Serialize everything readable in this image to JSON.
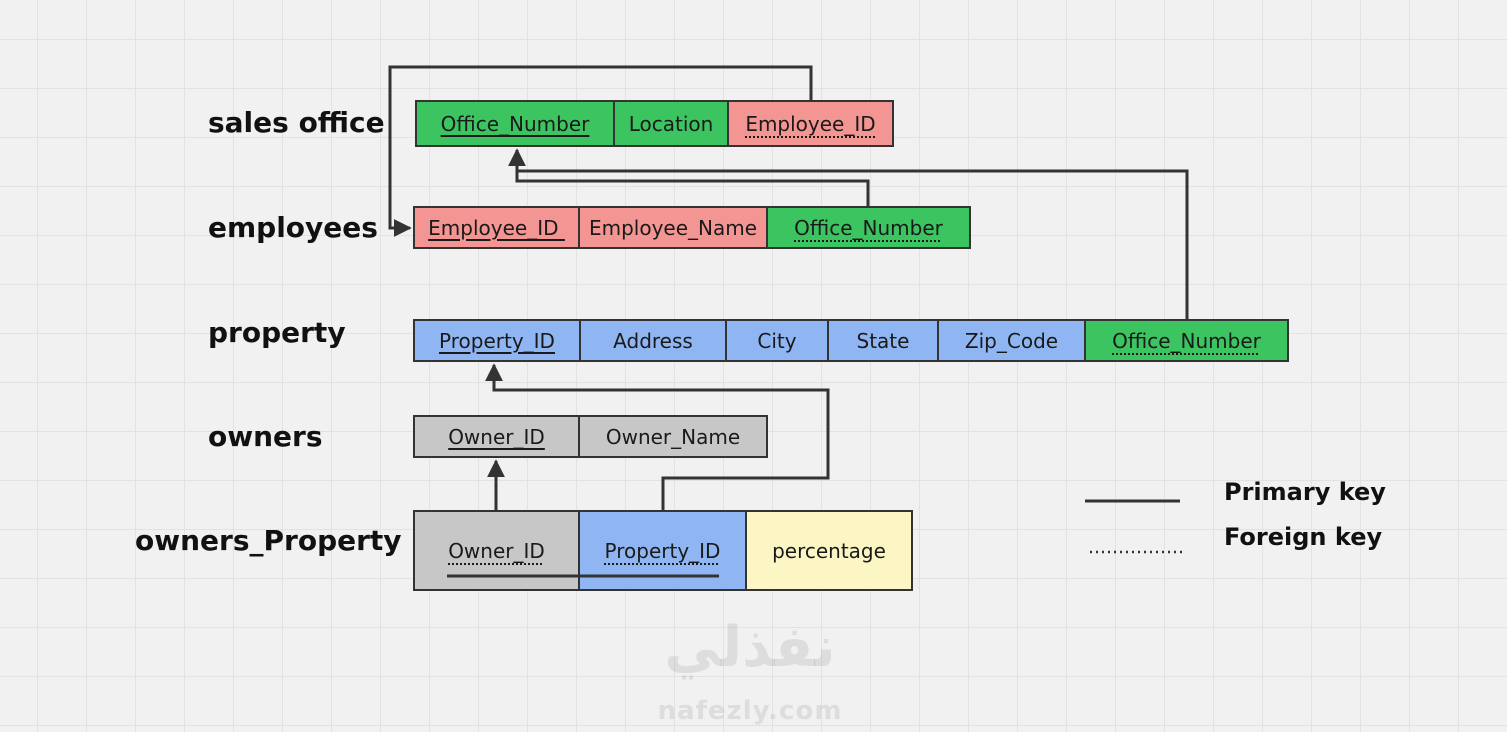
{
  "tables": {
    "sales_office": {
      "name": "sales office",
      "columns": [
        {
          "label": "Office_Number",
          "key": "primary",
          "color": "#3cc461"
        },
        {
          "label": "Location",
          "key": "none",
          "color": "#3cc461"
        },
        {
          "label": "Employee_ID",
          "key": "foreign",
          "color": "#f39592"
        }
      ]
    },
    "employees": {
      "name": "employees",
      "columns": [
        {
          "label": "Employee_ID ",
          "key": "primary",
          "color": "#f39592"
        },
        {
          "label": "Employee_Name",
          "key": "none",
          "color": "#f39592"
        },
        {
          "label": "Office_Number",
          "key": "foreign",
          "color": "#3cc461"
        }
      ]
    },
    "property": {
      "name": "property",
      "columns": [
        {
          "label": "Property_ID",
          "key": "primary",
          "color": "#8fb6f3"
        },
        {
          "label": "Address",
          "key": "none",
          "color": "#8fb6f3"
        },
        {
          "label": "City",
          "key": "none",
          "color": "#8fb6f3"
        },
        {
          "label": "State",
          "key": "none",
          "color": "#8fb6f3"
        },
        {
          "label": "Zip_Code",
          "key": "none",
          "color": "#8fb6f3"
        },
        {
          "label": "Office_Number",
          "key": "foreign",
          "color": "#3cc461"
        }
      ]
    },
    "owners": {
      "name": "owners",
      "columns": [
        {
          "label": "Owner_ID",
          "key": "primary",
          "color": "#c7c7c7"
        },
        {
          "label": "Owner_Name",
          "key": "none",
          "color": "#c7c7c7"
        }
      ]
    },
    "owners_property": {
      "name": "owners_Property",
      "columns": [
        {
          "label": "Owner_ID",
          "key": "primary+foreign",
          "color": "#c7c7c7"
        },
        {
          "label": "Property_ID",
          "key": "primary+foreign",
          "color": "#8fb6f3"
        },
        {
          "label": "percentage",
          "key": "none",
          "color": "#fcf6c4"
        }
      ]
    }
  },
  "relationships": [
    {
      "from": "sales office.Employee_ID",
      "to": "employees.Employee_ID"
    },
    {
      "from": "employees.Office_Number",
      "to": "sales office.Office_Number"
    },
    {
      "from": "property.Office_Number",
      "to": "sales office.Office_Number"
    },
    {
      "from": "owners_Property.Property_ID",
      "to": "property.Property_ID"
    },
    {
      "from": "owners_Property.Owner_ID",
      "to": "owners.Owner_ID"
    }
  ],
  "legend": {
    "primary_key": "Primary key",
    "foreign_key": "Foreign key"
  },
  "watermark": {
    "arabic": "نفذلي",
    "latin": "nafezly.com"
  }
}
